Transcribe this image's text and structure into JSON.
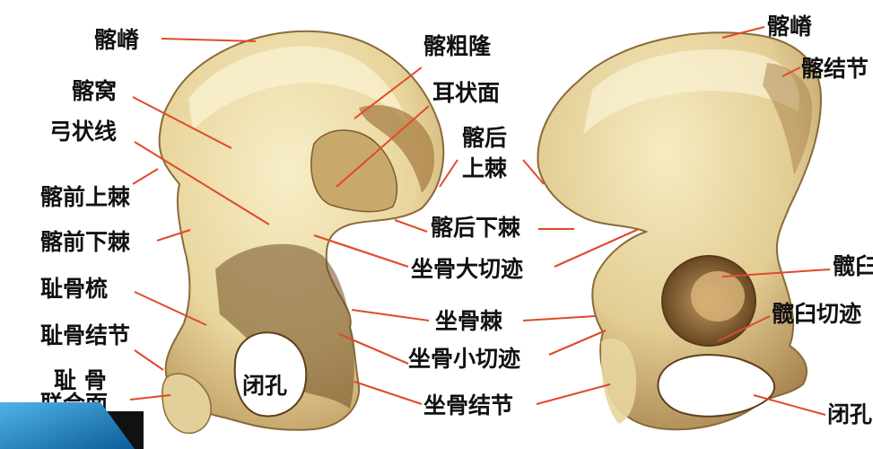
{
  "colors": {
    "bone_light": "#f3e6b8",
    "bone_mid": "#dcc58a",
    "bone_dark": "#8a6a3a",
    "leader_line": "#e04a2a",
    "label_text": "#111111",
    "corner_accent": "#1f86c8"
  },
  "labels": {
    "left": {
      "iliac_crest": "髂嵴",
      "iliac_fossa": "髂窝",
      "arcuate_line": "弓状线",
      "asis": "髂前上棘",
      "aiis": "髂前下棘",
      "pubic_pecten": "耻骨梳",
      "pubic_tubercle": "耻骨结节",
      "pubic_symphysis_line1": "耻 骨",
      "pubic_symphysis_line2": "联合面",
      "obturator_foramen": "闭孔"
    },
    "center": {
      "iliac_tuberosity": "髂粗隆",
      "auricular_surface": "耳状面",
      "psis_line1": "髂后",
      "psis_line2": "上棘",
      "piis": "髂后下棘",
      "greater_sciatic_notch": "坐骨大切迹",
      "ischial_spine": "坐骨棘",
      "lesser_sciatic_notch": "坐骨小切迹",
      "ischial_tuberosity": "坐骨结节"
    },
    "right": {
      "iliac_crest": "髂嵴",
      "iliac_tubercle": "髂结节",
      "acetabulum": "髋臼",
      "acetabular_notch": "髋臼切迹",
      "obturator_foramen": "闭孔"
    }
  }
}
